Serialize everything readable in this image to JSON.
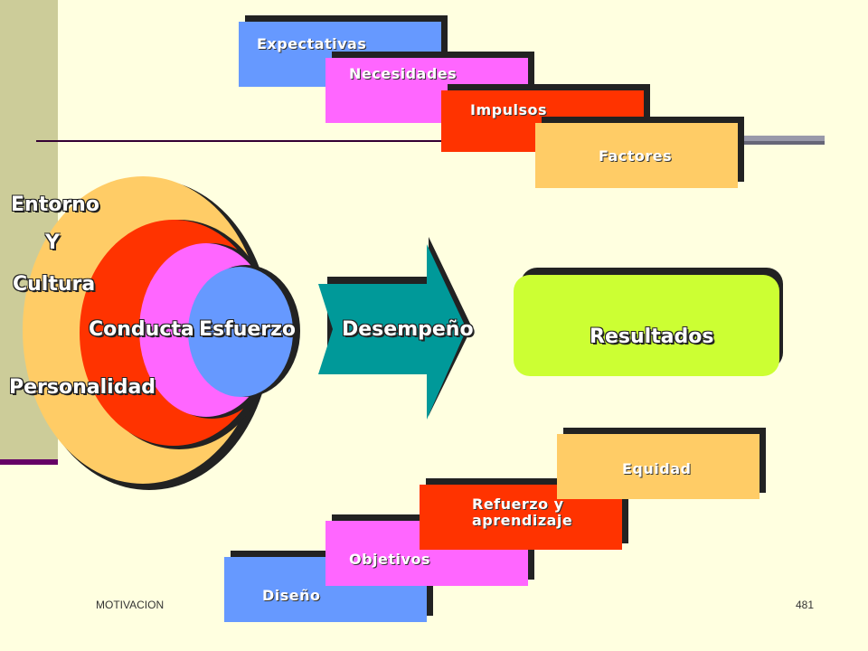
{
  "top_boxes": [
    {
      "label": "Expectativas",
      "color": "#6699FF"
    },
    {
      "label": "Necesidades",
      "color": "#FF66FF"
    },
    {
      "label": "Impulsos",
      "color": "#FF3300"
    },
    {
      "label": "Factores",
      "color": "#FFCC66"
    }
  ],
  "bottom_boxes": [
    {
      "label": "Diseño",
      "color": "#6699FF"
    },
    {
      "label": "Objetivos",
      "color": "#FF66FF"
    },
    {
      "label": "Refuerzo y aprendizaje",
      "color": "#FF3300"
    },
    {
      "label": "Equidad",
      "color": "#FFCC66"
    }
  ],
  "left_labels": {
    "entorno": "Entorno",
    "y": "Y",
    "cultura": "Cultura",
    "personalidad": "Personalidad"
  },
  "circles": {
    "conducta": "Conducta",
    "esfuerzo": "Esfuerzo"
  },
  "arrow": {
    "label": "Desempeño",
    "color": "#009999"
  },
  "result": {
    "label": "Resultados",
    "color": "#CCFF33"
  },
  "footer": {
    "left": "MOTIVACION",
    "page": "481"
  }
}
